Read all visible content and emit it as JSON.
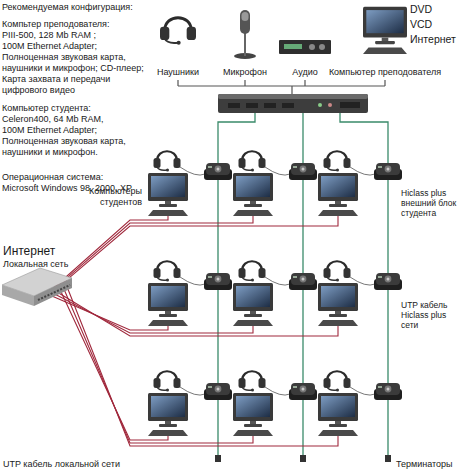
{
  "diagram": {
    "nodes": [
      {
        "text": [
          "Наушники"
        ]
      },
      {
        "text": [
          "Микрофон"
        ]
      },
      {
        "text": [
          "Аудио"
        ]
      },
      {
        "text": [
          "Компьютер преподователя"
        ]
      }
    ],
    "labels": [
      "Рекомендуемая конфигурация:",
      "Компьтер преподователя:",
      "PIII-500, 128 Mb RAM ;",
      "100M Ethernet Adapter;",
      "Полноценная звуковая карта,",
      "наушники и микрофон; CD-плеер;",
      "Карта захвата и передачи",
      "цифрового видео",
      "Компьютер студента:",
      "Celeron400, 64 Mb RAM,",
      "100M Ethernet Adapter;",
      "Полноценная звуковая карта,",
      "наушники и микрофон.",
      "Операционная система:",
      "Microsoft Windows 98, 2000, XP",
      "DVD",
      "VCD",
      "Интернет",
      "Компьютеры студентов",
      "Hiclass plus внешний блок студента",
      "Интернет",
      "Локальная сеть",
      "UTP кабель Hiclass plus сети",
      "UTP кабель локальной сети",
      "Терминаторы"
    ]
  }
}
